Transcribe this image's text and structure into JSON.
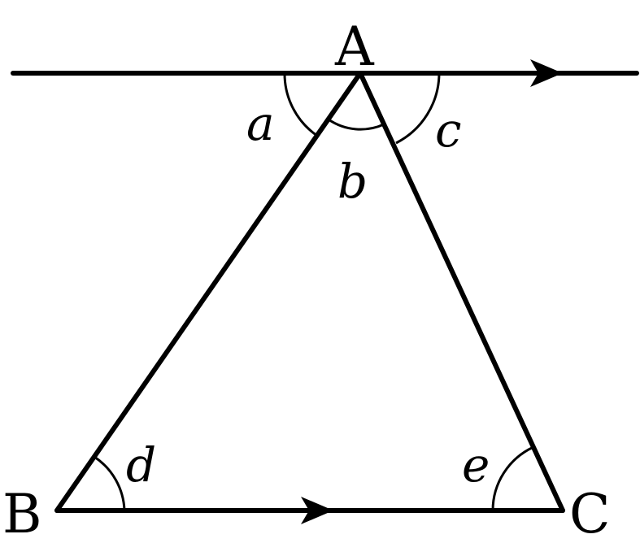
{
  "diagram": {
    "vertices": {
      "A": "A",
      "B": "B",
      "C": "C"
    },
    "angles": {
      "a": "a",
      "b": "b",
      "c": "c",
      "d": "d",
      "e": "e"
    },
    "colors": {
      "stroke": "#000000",
      "background": "#ffffff"
    }
  }
}
